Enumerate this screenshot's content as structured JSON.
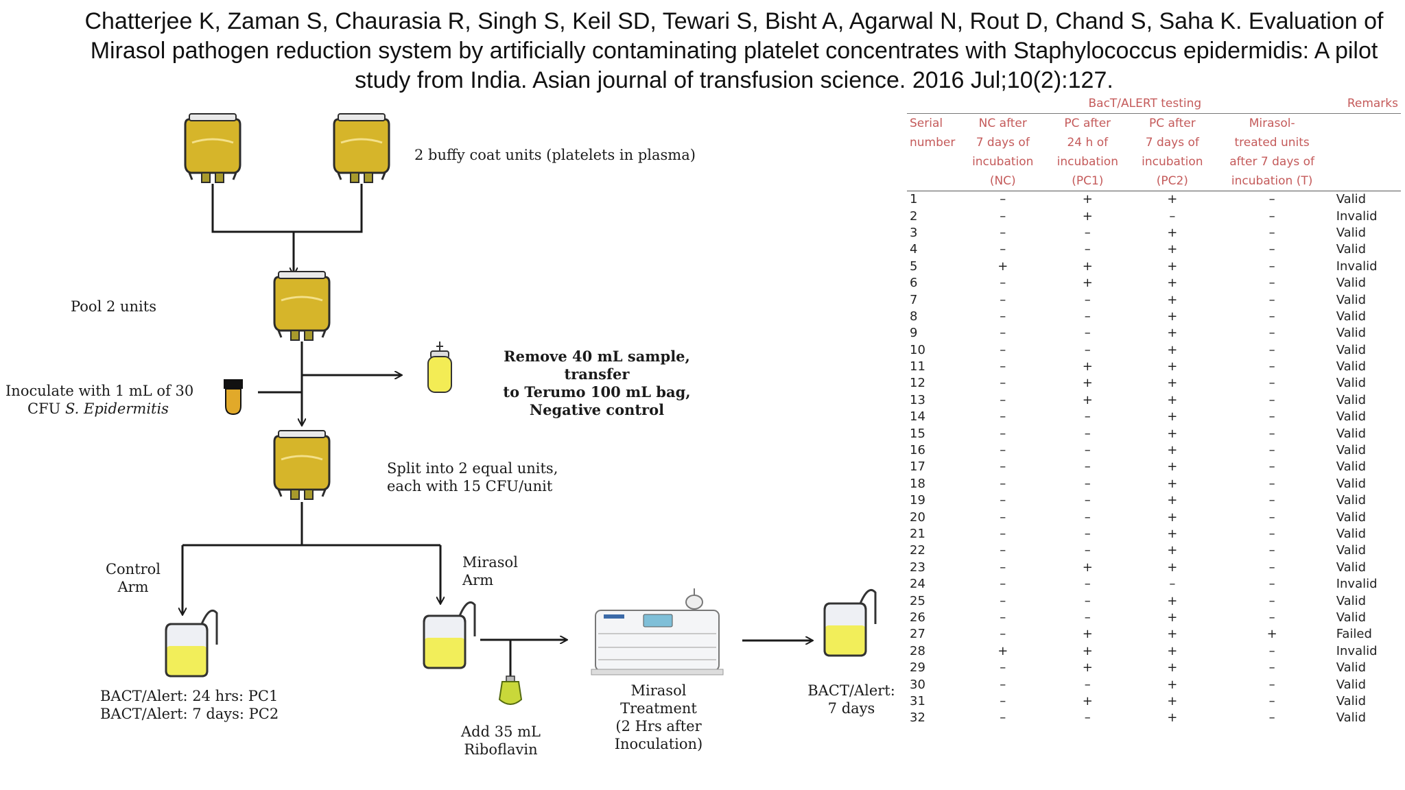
{
  "citation": "Chatterjee K, Zaman S, Chaurasia R, Singh S, Keil SD, Tewari S, Bisht A, Agarwal N, Rout D, Chand S, Saha K. Evaluation of Mirasol pathogen reduction system by artificially contaminating platelet concentrates with Staphylococcus epidermidis: A pilot study from India. Asian journal of transfusion science. 2016 Jul;10(2):127.",
  "flow": {
    "buffy_coat": "2 buffy coat units (platelets in plasma)",
    "pool": "Pool 2 units",
    "inoculate_line1": "Inoculate with 1 mL of 30",
    "inoculate_line2_prefix": "CFU ",
    "inoculate_line2_italic": "S. Epidermitis",
    "remove_line1": "Remove 40 mL sample, transfer",
    "remove_line2": "to Terumo 100 mL bag,",
    "remove_line3": "Negative control",
    "split_line1": "Split into 2 equal units,",
    "split_line2": "each with 15 CFU/unit",
    "control_line1": "Control",
    "control_line2": "Arm",
    "mirasol_arm_line1": "Mirasol",
    "mirasol_arm_line2": "Arm",
    "bact_pc1": "BACT/Alert:  24 hrs: PC1",
    "bact_pc2": "BACT/Alert:  7 days: PC2",
    "riboflavin_line1": "Add 35 mL",
    "riboflavin_line2": "Riboflavin",
    "treatment_line1": "Mirasol",
    "treatment_line2": "Treatment",
    "treatment_line3": "(2  Hrs after",
    "treatment_line4": "Inoculation)",
    "bact7_line1": "BACT/Alert:",
    "bact7_line2": "7 days"
  },
  "table": {
    "group_header": "BacT/ALERT testing",
    "remarks_header": "Remarks",
    "columns": [
      [
        "Serial",
        "number"
      ],
      [
        "NC after",
        "7 days of",
        "incubation",
        "(NC)"
      ],
      [
        "PC after",
        "24 h of",
        "incubation",
        "(PC1)"
      ],
      [
        "PC after",
        "7 days of",
        "incubation",
        "(PC2)"
      ],
      [
        "Mirasol-",
        "treated units",
        "after 7 days of",
        "incubation (T)"
      ]
    ],
    "rows": [
      [
        "1",
        "–",
        "+",
        "+",
        "–",
        "Valid"
      ],
      [
        "2",
        "–",
        "+",
        "–",
        "–",
        "Invalid"
      ],
      [
        "3",
        "–",
        "–",
        "+",
        "–",
        "Valid"
      ],
      [
        "4",
        "–",
        "–",
        "+",
        "–",
        "Valid"
      ],
      [
        "5",
        "+",
        "+",
        "+",
        "–",
        "Invalid"
      ],
      [
        "6",
        "–",
        "+",
        "+",
        "–",
        "Valid"
      ],
      [
        "7",
        "–",
        "–",
        "+",
        "–",
        "Valid"
      ],
      [
        "8",
        "–",
        "–",
        "+",
        "–",
        "Valid"
      ],
      [
        "9",
        "–",
        "–",
        "+",
        "–",
        "Valid"
      ],
      [
        "10",
        "–",
        "–",
        "+",
        "–",
        "Valid"
      ],
      [
        "11",
        "–",
        "+",
        "+",
        "–",
        "Valid"
      ],
      [
        "12",
        "–",
        "+",
        "+",
        "–",
        "Valid"
      ],
      [
        "13",
        "–",
        "+",
        "+",
        "–",
        "Valid"
      ],
      [
        "14",
        "–",
        "–",
        "+",
        "–",
        "Valid"
      ],
      [
        "15",
        "–",
        "–",
        "+",
        "–",
        "Valid"
      ],
      [
        "16",
        "–",
        "–",
        "+",
        "–",
        "Valid"
      ],
      [
        "17",
        "–",
        "–",
        "+",
        "–",
        "Valid"
      ],
      [
        "18",
        "–",
        "–",
        "+",
        "–",
        "Valid"
      ],
      [
        "19",
        "–",
        "–",
        "+",
        "–",
        "Valid"
      ],
      [
        "20",
        "–",
        "–",
        "+",
        "–",
        "Valid"
      ],
      [
        "21",
        "–",
        "–",
        "+",
        "–",
        "Valid"
      ],
      [
        "22",
        "–",
        "–",
        "+",
        "–",
        "Valid"
      ],
      [
        "23",
        "–",
        "+",
        "+",
        "–",
        "Valid"
      ],
      [
        "24",
        "–",
        "–",
        "–",
        "–",
        "Invalid"
      ],
      [
        "25",
        "–",
        "–",
        "+",
        "–",
        "Valid"
      ],
      [
        "26",
        "–",
        "–",
        "+",
        "–",
        "Valid"
      ],
      [
        "27",
        "–",
        "+",
        "+",
        "+",
        "Failed"
      ],
      [
        "28",
        "+",
        "+",
        "+",
        "–",
        "Invalid"
      ],
      [
        "29",
        "–",
        "+",
        "+",
        "–",
        "Valid"
      ],
      [
        "30",
        "–",
        "–",
        "+",
        "–",
        "Valid"
      ],
      [
        "31",
        "–",
        "+",
        "+",
        "–",
        "Valid"
      ],
      [
        "32",
        "–",
        "–",
        "+",
        "–",
        "Valid"
      ]
    ]
  },
  "colors": {
    "platelet_fill": "#d6b52a",
    "bag_outline": "#2b2b2b",
    "header_red": "#c45a5a",
    "arrow": "#1a1a1a"
  }
}
